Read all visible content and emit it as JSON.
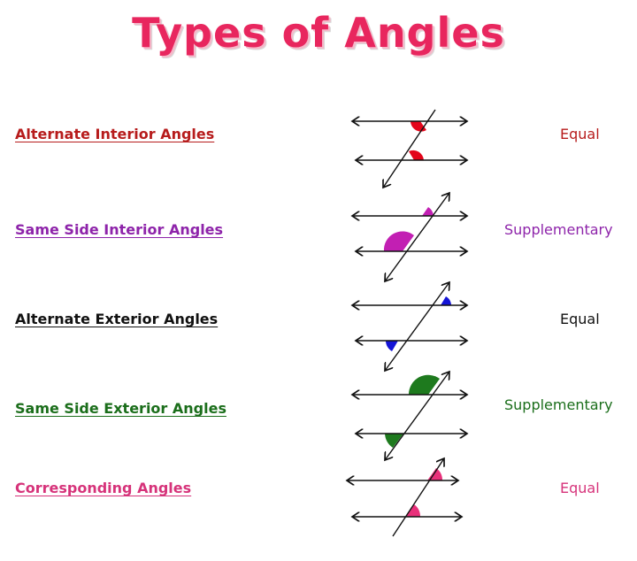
{
  "title": "Types of Angles",
  "rows": [
    {
      "name": "Alternate Interior Angles",
      "relation": "Equal",
      "color": "#b71c1c",
      "fill": "#e3051a"
    },
    {
      "name": "Same Side Interior Angles",
      "relation": "Supplementary",
      "color": "#8e24aa",
      "fill": "#c21fb3"
    },
    {
      "name": "Alternate Exterior Angles",
      "relation": "Equal",
      "color": "#111111",
      "fill": "#1414d6"
    },
    {
      "name": "Same Side Exterior Angles",
      "relation": "Supplementary",
      "color": "#1b6e1b",
      "fill": "#1e7a1e"
    },
    {
      "name": "Corresponding Angles",
      "relation": "Equal",
      "color": "#d6337a",
      "fill": "#e8307a"
    }
  ]
}
